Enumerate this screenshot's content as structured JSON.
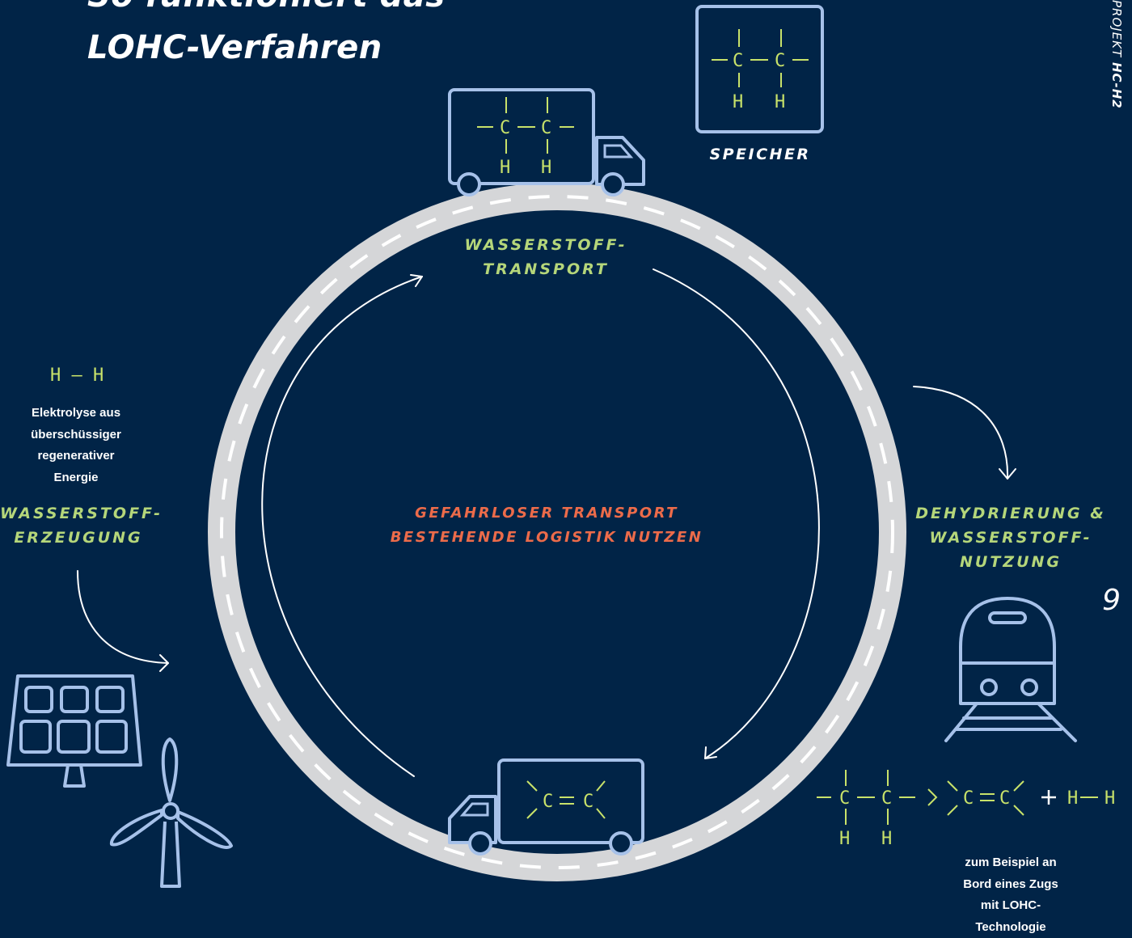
{
  "title": {
    "line1": "So funktioniert das",
    "line2": "LOHC-Verfahren"
  },
  "side_header": {
    "prefix": "PROJEKT",
    "name": "HC-H2"
  },
  "page_number": "9",
  "storage": {
    "label": "SPEICHER"
  },
  "stages": {
    "transport": {
      "line1": "WASSERSTOFF-",
      "line2": "TRANSPORT"
    },
    "production": {
      "line1": "WASSERSTOFF-",
      "line2": "ERZEUGUNG"
    },
    "dehydration": {
      "line1": "DEHYDRIERUNG &",
      "line2": "WASSERSTOFF-",
      "line3": "NUTZUNG"
    }
  },
  "center": {
    "line1": "GEFAHRLOSER TRANSPORT",
    "line2": "BESTEHENDE LOGISTIK NUTZEN"
  },
  "production_note": {
    "formula": "H — H",
    "line1": "Elektrolyse aus",
    "line2": "überschüssiger",
    "line3": "regenerativer",
    "line4": "Energie"
  },
  "usage_note": {
    "line1": "zum Beispiel an",
    "line2": "Bord eines Zugs",
    "line3": "mit LOHC-",
    "line4": "Technologie"
  },
  "chem": {
    "atom_c": "C",
    "atom_h": "H"
  },
  "colors": {
    "background": "#012447",
    "icon_stroke": "#a6c1e9",
    "formula_green": "#c8e26a",
    "label_green": "#b5d67a",
    "label_red": "#ec6b4a",
    "road": "#d5d6d8"
  },
  "icons": [
    "truck-icon",
    "molecule-icon",
    "solar-panel-icon",
    "wind-turbine-icon",
    "train-icon",
    "arrow-icon"
  ]
}
